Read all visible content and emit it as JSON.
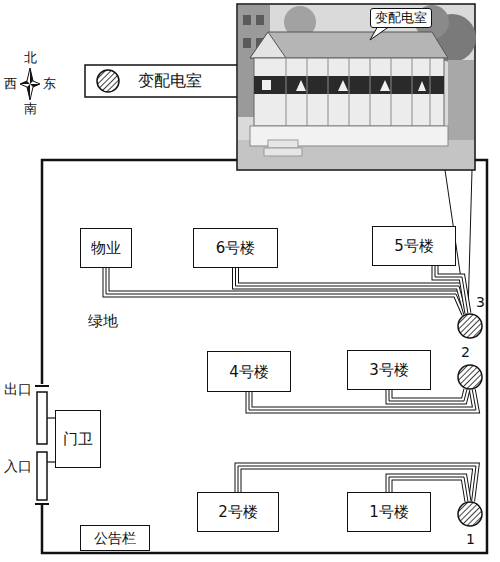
{
  "diagram": {
    "nodes": [
      {
        "text": [
          "物业"
        ]
      },
      {
        "text": [
          "6号楼"
        ]
      },
      {
        "text": [
          "5号楼"
        ]
      },
      {
        "text": [
          "3"
        ]
      },
      {
        "text": [
          "4号楼"
        ]
      },
      {
        "text": [
          "3号楼"
        ]
      },
      {
        "text": [
          "2"
        ]
      },
      {
        "text": [
          "门卫"
        ]
      },
      {
        "text": [
          "2号楼"
        ]
      },
      {
        "text": [
          "1号楼"
        ]
      },
      {
        "text": [
          "1"
        ]
      },
      {
        "text": [
          "公告栏"
        ]
      }
    ],
    "edges": [
      {
        "from": 0,
        "to": 3,
        "arrow": "none"
      },
      {
        "from": 1,
        "to": 3,
        "arrow": "none"
      },
      {
        "from": 2,
        "to": 3,
        "arrow": "none"
      },
      {
        "from": 4,
        "to": 6,
        "arrow": "none"
      },
      {
        "from": 5,
        "to": 6,
        "arrow": "none"
      },
      {
        "from": 8,
        "to": 10,
        "arrow": "none"
      },
      {
        "from": 9,
        "to": 10,
        "arrow": "none"
      }
    ],
    "labels": [
      "北",
      "南",
      "西",
      "东",
      "变配电室",
      "绿地",
      "出口",
      "入口"
    ],
    "legend": [
      {
        "text": "变配电室"
      }
    ]
  }
}
